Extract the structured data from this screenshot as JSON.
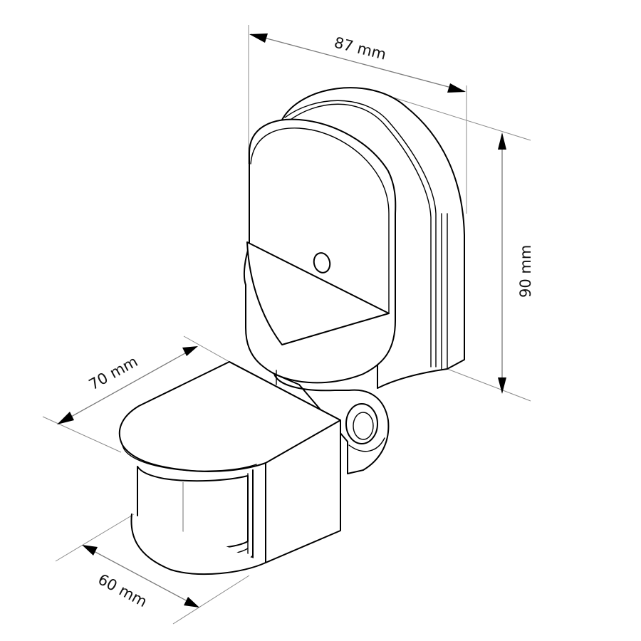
{
  "diagram": {
    "subject": "PIR motion sensor, isometric line drawing with dimensions",
    "background_color": "#ffffff",
    "line_color": "#000000",
    "dimension_line_color": "#7a7a7a",
    "dimensions": {
      "width_top": {
        "label": "87 mm",
        "value": 87,
        "unit": "mm"
      },
      "height": {
        "label": "90 mm",
        "value": 90,
        "unit": "mm"
      },
      "depth": {
        "label": "70 mm",
        "value": 70,
        "unit": "mm"
      },
      "sensor_width": {
        "label": "60 mm",
        "value": 60,
        "unit": "mm"
      }
    },
    "parts": [
      {
        "name": "wall-mount-base"
      },
      {
        "name": "mount-adjustment-indicator"
      },
      {
        "name": "swivel-joint"
      },
      {
        "name": "sensor-head"
      },
      {
        "name": "pir-lens"
      }
    ]
  }
}
